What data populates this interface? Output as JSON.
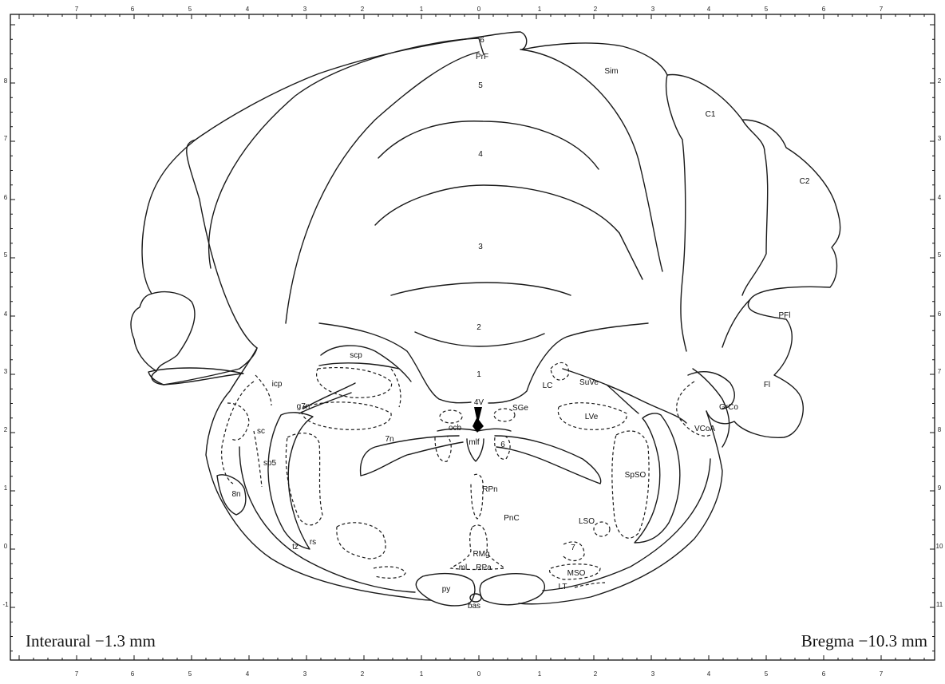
{
  "footer": {
    "interaural": "Interaural  −1.3 mm",
    "bregma": "Bregma  −10.3 mm"
  },
  "axes": {
    "top": [
      "7",
      "6",
      "5",
      "4",
      "3",
      "2",
      "1",
      "0",
      "1",
      "2",
      "3",
      "4",
      "5",
      "6",
      "7"
    ],
    "bottom": [
      "7",
      "6",
      "5",
      "4",
      "3",
      "2",
      "1",
      "0",
      "1",
      "2",
      "3",
      "4",
      "5",
      "6",
      "7"
    ],
    "left": [
      "8",
      "7",
      "6",
      "5",
      "4",
      "3",
      "2",
      "1",
      "0",
      "-1"
    ],
    "right": [
      "2",
      "3",
      "4",
      "5",
      "6",
      "7",
      "8",
      "9",
      "10",
      "11"
    ]
  },
  "labels": {
    "l6top": "6",
    "PrF": "PrF",
    "Sim": "Sim",
    "l5": "5",
    "C1": "C1",
    "l4": "4",
    "C2": "C2",
    "l3": "3",
    "PFl": "PFl",
    "l2": "2",
    "l1": "1",
    "scp": "scp",
    "icp": "icp",
    "LC": "LC",
    "SuVe": "SuVe",
    "Fl": "Fl",
    "GrCo": "GrCo",
    "l4V": "4V",
    "SGe": "SGe",
    "g7n": "g7n",
    "LVe": "LVe",
    "sc": "sc",
    "ocb": "ocb",
    "VCoA": "VCoA",
    "l7n": "7n",
    "mlf": "mlf",
    "l6b": "6",
    "sp5": "sp5",
    "SpSO": "SpSO",
    "l8n": "8n",
    "RPn": "RPn",
    "PnC": "PnC",
    "LSO": "LSO",
    "tz": "tz",
    "rs": "rs",
    "l7": "7",
    "RMg": "RMg",
    "ml": "ml",
    "RPa": "RPa",
    "MSO": "MSO",
    "LT": "LT",
    "py": "py",
    "bas": "bas"
  }
}
